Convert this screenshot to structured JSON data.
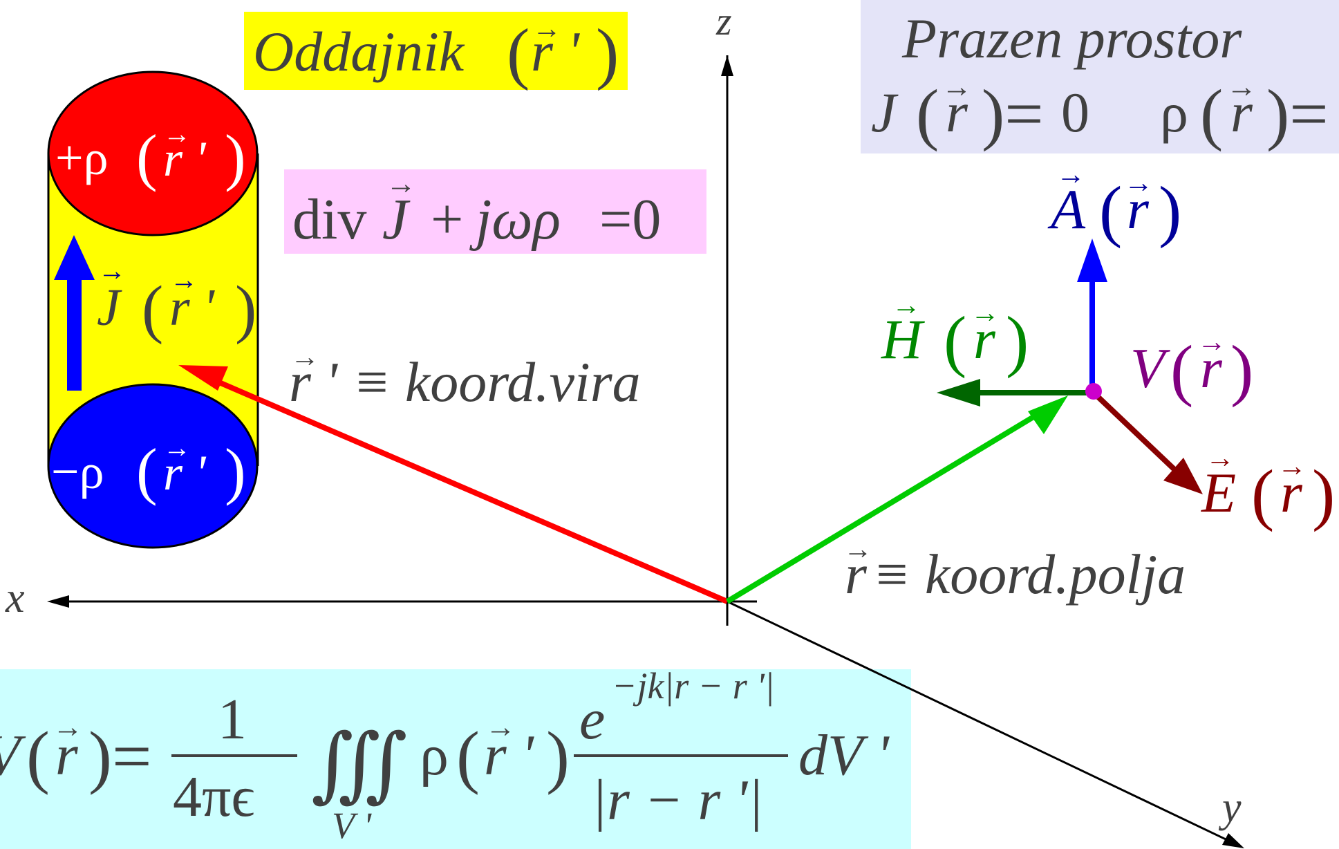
{
  "axes": {
    "x": "x",
    "y": "y",
    "z": "z"
  },
  "labels": {
    "source_title": "Oddajnik",
    "source_arg": "r '",
    "empty_space_title": "Prazen prostor",
    "empty_J": "J",
    "empty_rho": "ρ",
    "zero": "0",
    "continuity_div": "div",
    "continuity_J": "J",
    "continuity_plus": "+",
    "continuity_jwp": "jωρ",
    "continuity_eq": "=0",
    "rho_plus": "+ρ",
    "rho_minus": "−ρ",
    "current_J": "J",
    "r_prime_vec": "r '",
    "r_prime_def": "≡ koord.vira",
    "r_vec": "r",
    "r_def": "≡ koord.polja",
    "field_A": "A",
    "field_H": "H",
    "field_V": "V",
    "field_E": "E",
    "arg_r": "r",
    "formula_lhs": "V",
    "formula_num": "1",
    "formula_den": "4πϵ",
    "formula_integral": "∭",
    "formula_volume": "V '",
    "formula_rho": "ρ",
    "formula_exp_base": "e",
    "formula_exp": "−jk|r − r '|",
    "formula_den2": "|r − r '|",
    "formula_dV": "dV '"
  },
  "colors": {
    "source_title_bg": "#ffff00",
    "empty_space_bg": "#e4e4f8",
    "continuity_bg": "#ffccff",
    "formula_bg": "#ccffff",
    "cylinder_body": "#ffff00",
    "rho_plus": "#ff0000",
    "rho_minus": "#0000ff",
    "current_arrow": "#0000ff",
    "r_prime_arrow": "#ff0000",
    "r_arrow": "#00cc00",
    "A_field": "#0000ff",
    "A_label": "#000099",
    "H_field": "#006600",
    "H_label": "#008800",
    "V_point": "#cc00cc",
    "V_label": "#800080",
    "E_field": "#880000",
    "E_label": "#880000",
    "text": "#404040"
  }
}
